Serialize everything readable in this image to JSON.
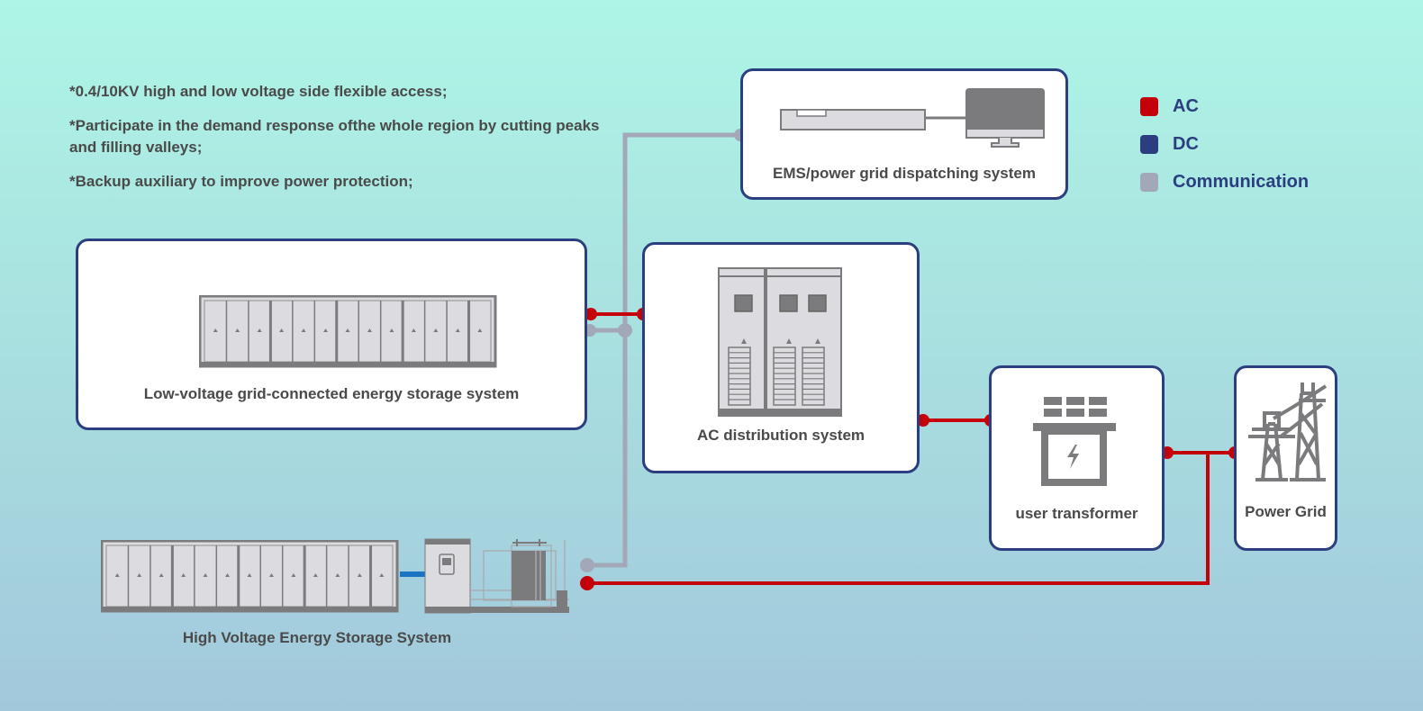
{
  "notes": [
    "*0.4/10KV high and low voltage side flexible access;",
    "*Participate in the demand response ofthe whole region by cutting peaks and filling valleys;",
    "*Backup auxiliary to improve power protection;"
  ],
  "legend": [
    {
      "label": "AC",
      "color": "#c4000a"
    },
    {
      "label": "DC",
      "color": "#2b3f80"
    },
    {
      "label": "Communication",
      "color": "#a3a8b8"
    }
  ],
  "nodes": {
    "ems": {
      "label": "EMS/power grid dispatching system",
      "icon": "ems-controller-monitor-icon"
    },
    "low_voltage": {
      "label": "Low-voltage grid-connected energy storage system",
      "icon": "battery-container-icon"
    },
    "ac_distribution": {
      "label": "AC distribution system",
      "icon": "distribution-cabinet-icon"
    },
    "user_transformer": {
      "label": "user transformer",
      "icon": "transformer-icon"
    },
    "power_grid": {
      "label": "Power Grid",
      "icon": "transmission-tower-icon"
    },
    "high_voltage": {
      "label": "High Voltage Energy Storage System",
      "icon": "hv-storage-icon"
    }
  },
  "colors": {
    "ac": "#c4000a",
    "dc_link": "#1a74c2",
    "comm": "#a3a8b8",
    "border": "#2b3f80",
    "device": "#7b7b7e",
    "device_fill": "#dcdce0"
  }
}
